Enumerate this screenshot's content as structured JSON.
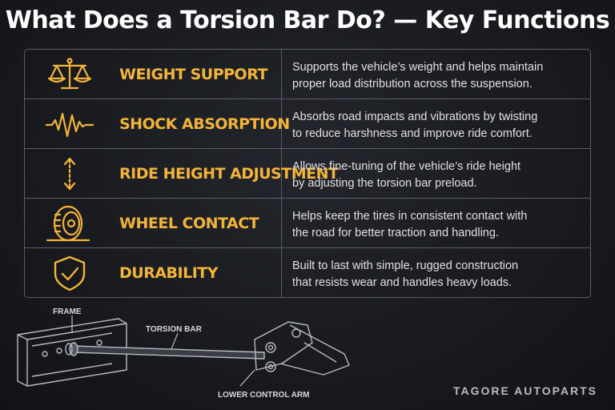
{
  "title": "What Does a Torsion Bar Do? — Key Functions",
  "functions": [
    {
      "name": "WEIGHT SUPPORT",
      "icon": "scale-icon",
      "desc_line1": "Supports the vehicle’s weight and helps maintain",
      "desc_line2": "proper load distribution across the suspension."
    },
    {
      "name": "SHOCK ABSORPTION",
      "icon": "wave-icon",
      "desc_line1": "Absorbs road impacts and vibrations by twisting",
      "desc_line2": "to reduce harshness and improve ride comfort."
    },
    {
      "name": "RIDE HEIGHT ADJUSTMENT",
      "icon": "up-down-arrow-icon",
      "desc_line1": "Allows fine-tuning of the vehicle’s ride height",
      "desc_line2": "by adjusting the torsion bar preload."
    },
    {
      "name": "WHEEL CONTACT",
      "icon": "tire-icon",
      "desc_line1": "Helps keep the tires in consistent contact with",
      "desc_line2": "the road for better traction and handling."
    },
    {
      "name": "DURABILITY",
      "icon": "shield-check-icon",
      "desc_line1": "Built to last with simple, rugged construction",
      "desc_line2": "that resists wear and handles heavy loads."
    }
  ],
  "diagram": {
    "frame_label": "FRAME",
    "torsion_label": "TORSION BAR",
    "arm_label": "LOWER CONTROL ARM"
  },
  "brand": "TAGORE AUTOPARTS",
  "colors": {
    "accent": "#f2b43a",
    "text": "#dfe1e4",
    "border": "#5a5e66",
    "background": "#16181c"
  }
}
